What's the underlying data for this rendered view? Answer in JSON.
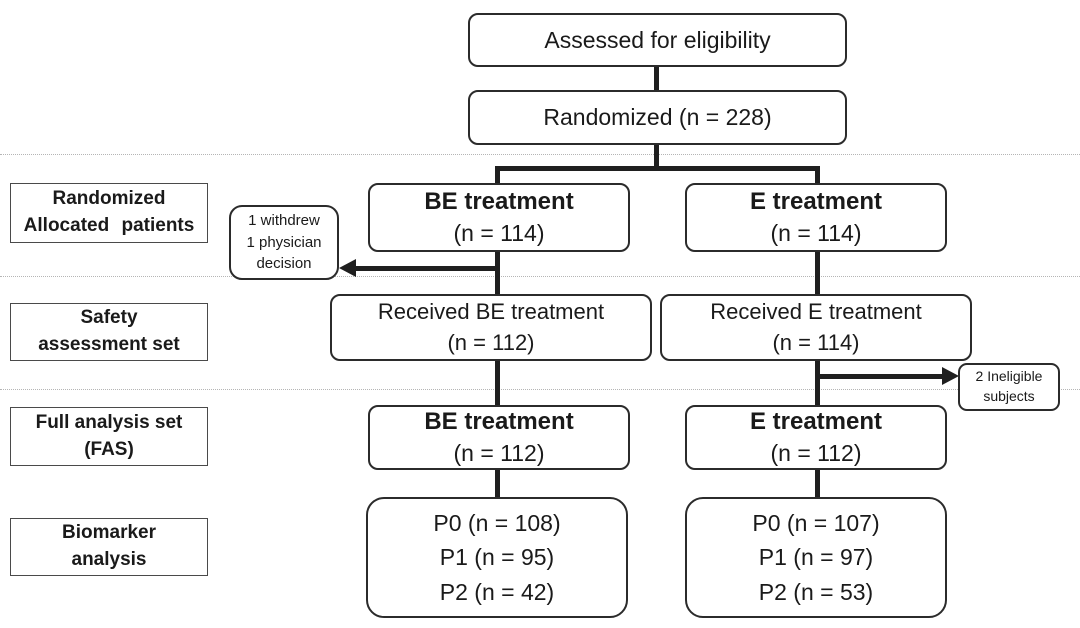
{
  "colors": {
    "background": "#ffffff",
    "box_border": "#2b2b2b",
    "label_border": "#4a4a4a",
    "line": "#1f1f1f",
    "dotted_separator": "#b5b5b5",
    "text": "#1a1a1a"
  },
  "flow": {
    "assessed": {
      "label": "Assessed for eligibility"
    },
    "randomized": {
      "label": "Randomized (n = 228)"
    },
    "be_alloc": {
      "title": "BE treatment",
      "n": "(n = 114)"
    },
    "e_alloc": {
      "title": "E treatment",
      "n": "(n = 114)"
    },
    "withdraw_note": {
      "line1": "1 withdrew",
      "line2": "1 physician",
      "line3": "decision"
    },
    "received_be": {
      "line1": "Received BE treatment",
      "line2": "(n = 112)"
    },
    "received_e": {
      "line1": "Received E treatment",
      "line2": "(n = 114)"
    },
    "ineligible_note": {
      "line1": "2 Ineligible",
      "line2": "subjects"
    },
    "be_fas": {
      "title": "BE treatment",
      "n": "(n = 112)"
    },
    "e_fas": {
      "title": "E treatment",
      "n": "(n = 112)"
    },
    "be_biomarker": {
      "line1": "P0 (n = 108)",
      "line2": "P1 (n = 95)",
      "line3": "P2 (n = 42)"
    },
    "e_biomarker": {
      "line1": "P0 (n = 107)",
      "line2": "P1 (n = 97)",
      "line3": "P2 (n = 53)"
    }
  },
  "row_labels": [
    {
      "line1": "Randomized",
      "line2": "Allocated patients"
    },
    {
      "line1": "Safety",
      "line2": "assessment set"
    },
    {
      "line1": "Full analysis set",
      "line2": "(FAS)"
    },
    {
      "line1": "Biomarker",
      "line2": "analysis"
    }
  ]
}
